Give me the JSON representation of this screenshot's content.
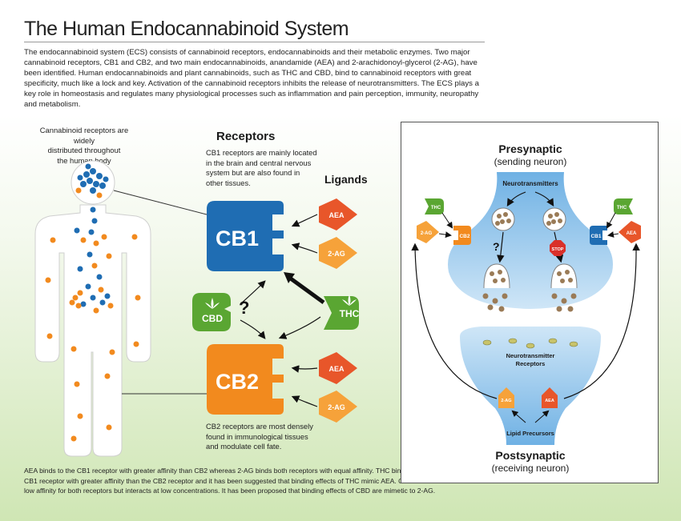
{
  "title": "The Human Endocannabinoid System",
  "intro": "The endocannabinoid system (ECS) consists of cannabinoid receptors, endocannabinoids and their metabolic enzymes. Two major cannabinoid receptors, CB1 and CB2, and two main endocannabinoids, anandamide (AEA) and 2-arachidonoyl-glycerol (2-AG), have been identified. Human endocannabinoids and plant cannabinoids, such as THC and CBD, bind to cannabinoid receptors with great specificity, much like a lock and key. Activation of the cannabinoid receptors inhibits the release of neurotransmitters. The ECS plays a key role in homeostasis and regulates many physiological processes such as inflammation and pain perception, immunity, neuropathy and metabolism.",
  "body_caption": [
    "Cannabinoid receptors are widely",
    "distributed throughout",
    "the human body"
  ],
  "receptors_heading": "Receptors",
  "cb1_note": [
    "CB1 receptors are mainly located",
    "in the brain and central nervous",
    "system but are also found in",
    "other tissues."
  ],
  "ligands_heading": "Ligands",
  "cb2_note": [
    "CB2 receptors are most densely",
    "found in immunological tissues",
    "and modulate cell fate."
  ],
  "labels": {
    "cb1": "CB1",
    "cb2": "CB2",
    "aea": "AEA",
    "two_ag": "2-AG",
    "thc": "THC",
    "cbd": "CBD",
    "question": "?",
    "stop": "STOP"
  },
  "footnote": [
    "AEA binds to the CB1 receptor with greater affinity than CB2 whereas 2-AG binds both receptors with equal affinity. THC binds the",
    "CB1 receptor with greater affinity than the CB2 receptor and it has been suggested that binding effects of THC mimic AEA. CBD has",
    "low affinity for both receptors but interacts at low concentrations. It has been proposed that binding effects of CBD are mimetic to 2-AG."
  ],
  "synapse": {
    "presynaptic": "Presynaptic",
    "sending": "(sending neuron)",
    "neurotransmitters": "Neurotransmitters",
    "nt_receptors_1": "Neurotransmitter",
    "nt_receptors_2": "Receptors",
    "lipid_precursors": "Lipid Precursors",
    "postsynaptic": "Postsynaptic",
    "receiving": "(receiving neuron)"
  },
  "colors": {
    "cb1_blue": "#1f6db3",
    "cb2_orange": "#f28a1e",
    "thc_green": "#5aa632",
    "ligand_orange": "#f6a23a",
    "aea_red": "#e8562a",
    "neuron_blue": "#8fc3ea",
    "vesicle": "#9a7b57",
    "stop_red": "#d9302a"
  },
  "icons": [
    "human-body-icon",
    "cannabis-leaf-icon",
    "arrow-icon",
    "stop-sign-icon",
    "vesicle-icon"
  ]
}
